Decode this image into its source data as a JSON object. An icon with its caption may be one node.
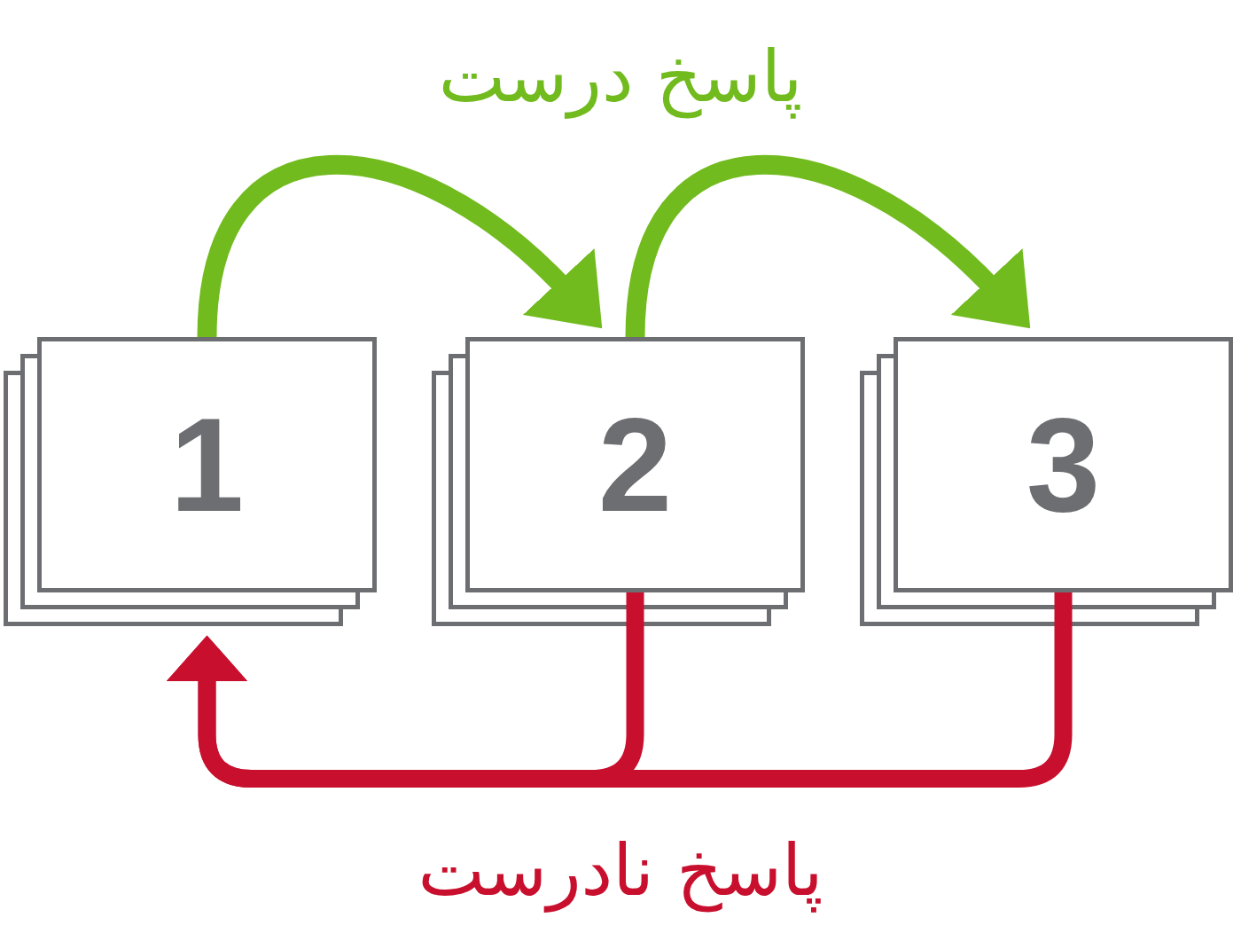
{
  "diagram": {
    "nodes": [
      {
        "text": [
          "1"
        ]
      },
      {
        "text": [
          "2"
        ]
      },
      {
        "text": [
          "3"
        ]
      }
    ],
    "edges": [
      {
        "from": 0,
        "to": 1,
        "arrow": "to",
        "color": "#72bb1f"
      },
      {
        "from": 1,
        "to": 2,
        "arrow": "to",
        "color": "#72bb1f"
      },
      {
        "from": 1,
        "to": 0,
        "arrow": "to",
        "color": "#c8102e"
      },
      {
        "from": 2,
        "to": 0,
        "arrow": "to",
        "color": "#c8102e"
      }
    ],
    "labels": [
      "پاسخ درست",
      "پاسخ نادرست"
    ]
  }
}
